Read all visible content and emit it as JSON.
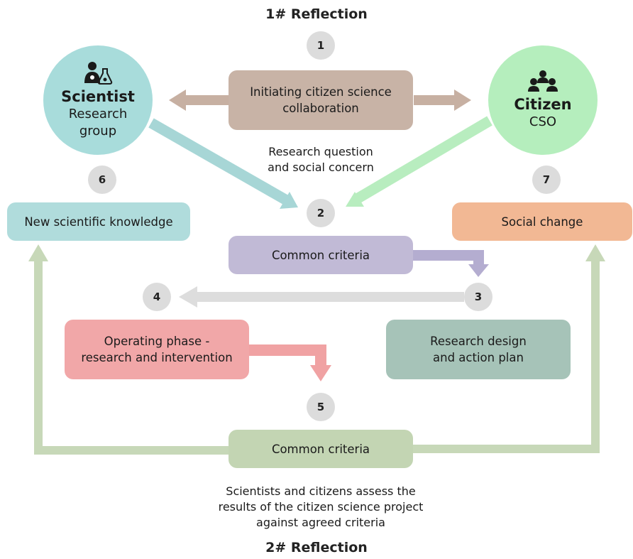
{
  "headings": {
    "top": "1# Reflection",
    "bottom": "2# Reflection"
  },
  "actors": {
    "scientist": {
      "title": "Scientist",
      "subtitle_1": "Research",
      "subtitle_2": "group",
      "icon": "scientist-icon"
    },
    "citizen": {
      "title": "Citizen",
      "subtitle": "CSO",
      "icon": "people-group-icon"
    }
  },
  "steps": {
    "n1": "1",
    "n2": "2",
    "n3": "3",
    "n4": "4",
    "n5": "5",
    "n6": "6",
    "n7": "7"
  },
  "boxes": {
    "initiating_1": "Initiating citizen science",
    "initiating_2": "collaboration",
    "common_criteria_top": "Common criteria",
    "research_design_1": "Research design",
    "research_design_2": "and action plan",
    "operating_1": "Operating phase -",
    "operating_2": "research and intervention",
    "common_criteria_bottom": "Common criteria",
    "new_knowledge": "New scientific knowledge",
    "social_change": "Social change"
  },
  "notes": {
    "research_question_1": "Research question",
    "research_question_2": "and social concern",
    "assess_1": "Scientists and citizens assess the",
    "assess_2": "results of the citizen science project",
    "assess_3": "against agreed criteria"
  },
  "colors": {
    "scientist_circle": "#a8dcdb",
    "citizen_circle": "#b5eebd",
    "initiating_box": "#c8b3a6",
    "common_criteria_top_box": "#c1bad6",
    "research_design_box": "#a6c3b8",
    "operating_box": "#f1a7a8",
    "common_criteria_bottom_box": "#c3d5b3",
    "new_knowledge_box": "#b0dcdc",
    "social_change_box": "#f2b894",
    "number_circle": "#dcdcdc"
  }
}
